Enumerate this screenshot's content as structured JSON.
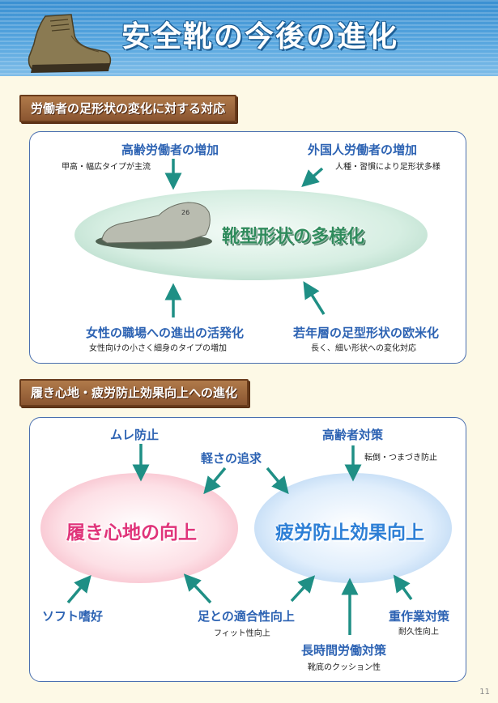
{
  "header": {
    "title": "安全靴の今後の進化"
  },
  "section1": {
    "heading": "労働者の足形状の変化に対する対応",
    "center": "靴型形状の多様化",
    "last_number": "26",
    "items": [
      {
        "title": "高齢労働者の増加",
        "sub": "甲高・幅広タイプが主流"
      },
      {
        "title": "外国人労働者の増加",
        "sub": "人種・習慣により足形状多様"
      },
      {
        "title": "女性の職場への進出の活発化",
        "sub": "女性向けの小さく細身のタイプの増加"
      },
      {
        "title": "若年層の足型形状の欧米化",
        "sub": "長く、細い形状への変化対応"
      }
    ]
  },
  "section2": {
    "heading": "履き心地・疲労防止効果向上への進化",
    "left_ellipse": "履き心地の向上",
    "right_ellipse": "疲労防止効果向上",
    "items": {
      "mure": {
        "title": "ムレ防止"
      },
      "karusa": {
        "title": "軽さの追求"
      },
      "koureisha": {
        "title": "高齢者対策",
        "sub": "転倒・つまづき防止"
      },
      "soft": {
        "title": "ソフト嗜好"
      },
      "fit": {
        "title": "足との適合性向上",
        "sub": "フィット性向上"
      },
      "choujikan": {
        "title": "長時間労働対策",
        "sub": "靴底のクッション性"
      },
      "jusagyou": {
        "title": "重作業対策",
        "sub": "耐久性向上"
      }
    }
  },
  "footer": {
    "page_number": "11"
  },
  "colors": {
    "header_blue": "#3a8fd1",
    "label_blue": "#2d63b3",
    "arrow_teal": "#1f8f85",
    "section_brown": "#8a5530",
    "pink_text": "#e0347a"
  }
}
